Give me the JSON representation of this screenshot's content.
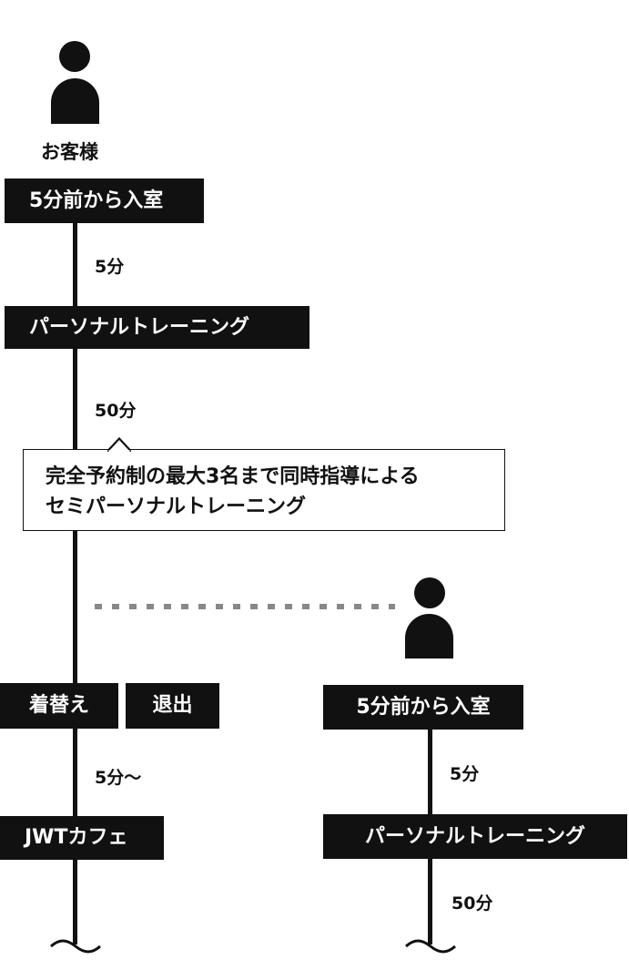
{
  "customer_label": "お客様",
  "lanes": [
    {
      "steps": [
        "5分前から入室",
        "パーソナルトレーニング"
      ],
      "durations": [
        "5分",
        "50分"
      ],
      "callout_lines": [
        "完全予約制の最大3名まで同時指導による",
        "セミパーソナルトレーニング"
      ],
      "end_steps": [
        "着替え",
        "退出"
      ],
      "end_duration": "5分〜",
      "final_step": "JWTカフェ"
    },
    {
      "steps": [
        "5分前から入室",
        "パーソナルトレーニング"
      ],
      "durations": [
        "5分",
        "50分"
      ]
    }
  ]
}
